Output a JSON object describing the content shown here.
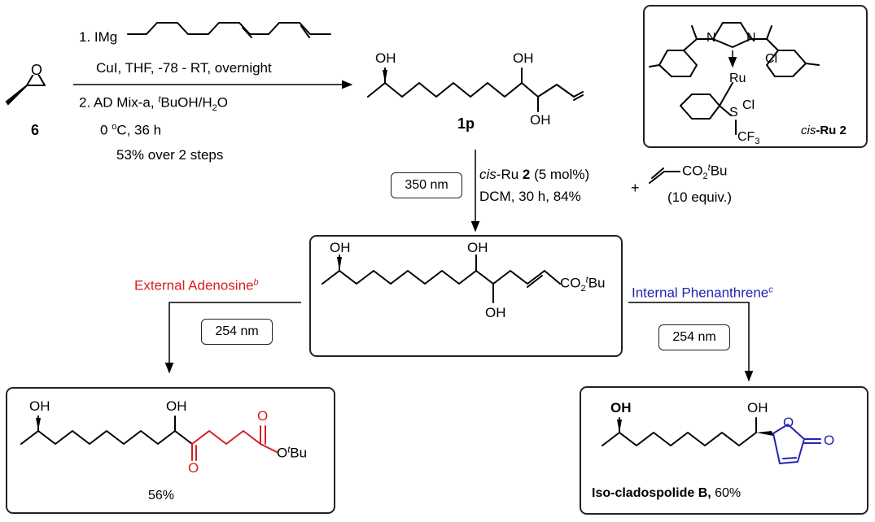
{
  "start_material": {
    "label": "6"
  },
  "step1": {
    "reagent_prefix": "1. IMg",
    "conditions": "CuI, THF, -78 - RT, overnight"
  },
  "step2": {
    "reagent_line": "2.  AD Mix-a, ",
    "reagent_sup": "t",
    "reagent_tail": "BuOH/H",
    "reagent_sub": "2",
    "reagent_end": "O",
    "temp_pre": "0 ",
    "temp_sup": "o",
    "temp_post": "C, 36 h",
    "yield": "53% over 2 steps"
  },
  "intermediate": {
    "label": "1p",
    "oh_labels": [
      "OH",
      "OH",
      "OH"
    ]
  },
  "catalyst": {
    "label_italic": "cis",
    "label_rest": "-Ru 2",
    "atoms": {
      "N1": "N",
      "N2": "N",
      "Ru": "Ru",
      "Cl1": "Cl",
      "Cl2": "Cl",
      "S": "S",
      "CF3": "CF",
      "CF3_sub": "3"
    }
  },
  "metathesis": {
    "wavelength": "350 nm",
    "catalyst_italic": "cis",
    "catalyst_rest": "-Ru ",
    "catalyst_bold": "2",
    "catalyst_load": " (5 mol%)",
    "conditions": "DCM, 30 h, 84%",
    "plus": "+",
    "partner_pre": "CO",
    "partner_sub": "2",
    "partner_sup": "t",
    "partner_post": "Bu",
    "equiv": "(10 equiv.)"
  },
  "center_product": {
    "oh_labels": [
      "OH",
      "OH",
      "OH"
    ],
    "ester_pre": "CO",
    "ester_sub": "2",
    "ester_sup": "t",
    "ester_post": "Bu"
  },
  "left_path": {
    "label": "External Adenosine",
    "label_sup": "b",
    "color": "#d42020",
    "wavelength": "254 nm",
    "oh_labels": [
      "OH",
      "OH"
    ],
    "ketone_o": "O",
    "ester_o": "O",
    "ester_sub_o": "O",
    "ester_sup": "t",
    "ester_post": "Bu",
    "yield": "56%"
  },
  "right_path": {
    "label": "Internal Phenanthrene",
    "label_sup": "c",
    "color": "#2323b4",
    "wavelength": "254 nm",
    "oh_labels": [
      "OH",
      "OH"
    ],
    "ring_o": "O",
    "carbonyl_o": "O",
    "product_name": "Iso-cladospolide B,",
    "yield": " 60%"
  }
}
